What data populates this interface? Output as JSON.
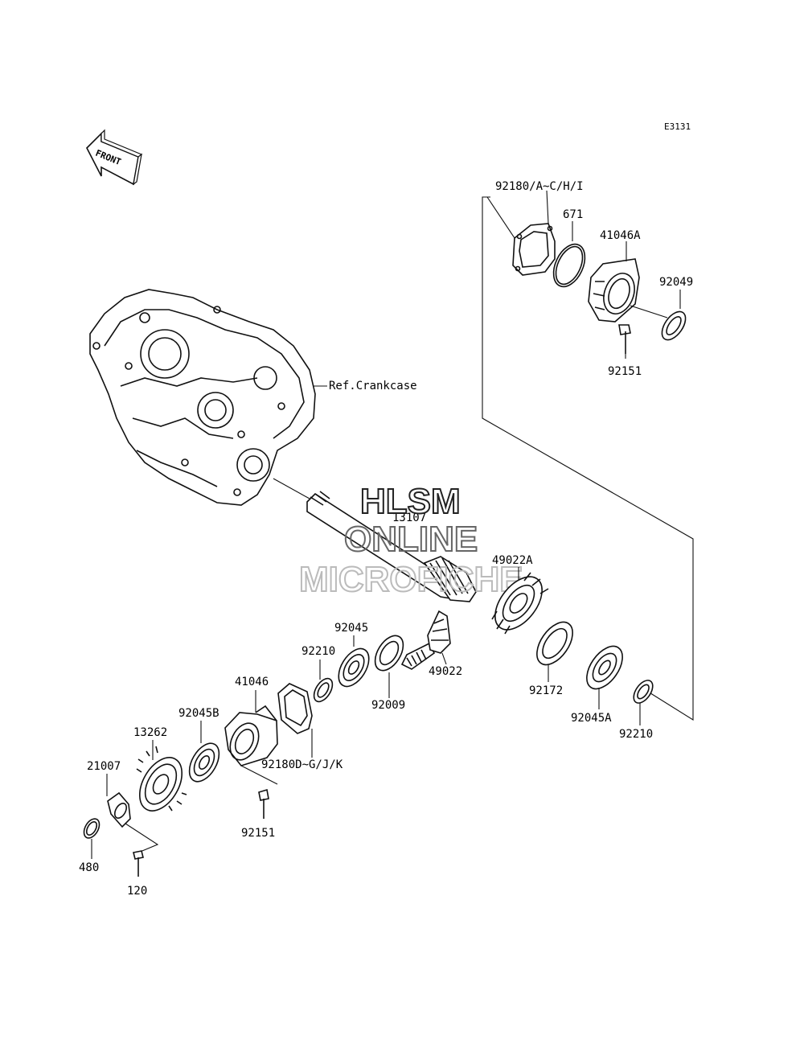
{
  "diagram_code": "E3131",
  "front_label": "FRONT",
  "ref_label": "Ref.Crankcase",
  "watermark": {
    "line1": "HLSM",
    "line2": "ONLINE",
    "line3": "MICROFICHE"
  },
  "parts": {
    "p92180_upper": "92180/A~C/H/I",
    "p671": "671",
    "p41046A": "41046A",
    "p92049": "92049",
    "p92151_upper": "92151",
    "p13107": "13107",
    "p49022A": "49022A",
    "p92045": "92045",
    "p92210_left": "92210",
    "p49022": "49022",
    "p92009": "92009",
    "p92172": "92172",
    "p92045A": "92045A",
    "p92210_right": "92210",
    "p41046": "41046",
    "p92045B": "92045B",
    "p13262": "13262",
    "p92180_lower": "92180D~G/J/K",
    "p21007": "21007",
    "p92151_lower": "92151",
    "p480": "480",
    "p120": "120"
  }
}
